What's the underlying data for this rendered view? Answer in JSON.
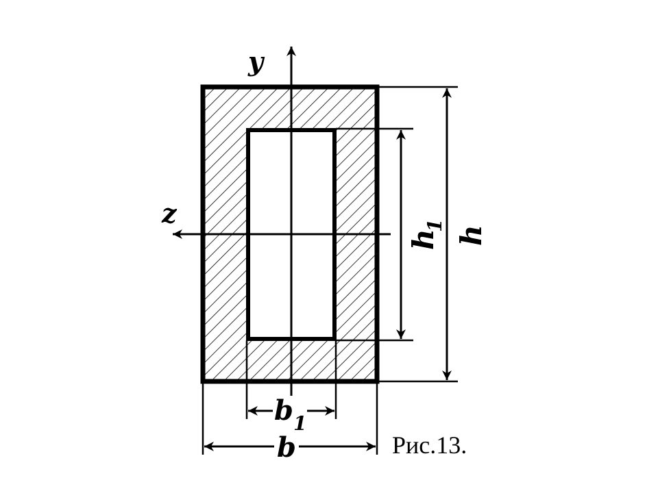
{
  "figure": {
    "caption": "Рис.13.",
    "labels": {
      "y_axis": "y",
      "z_axis": "z",
      "inner_height": "h",
      "inner_height_sub": "1",
      "outer_height": "h",
      "inner_width": "b",
      "inner_width_sub": "1",
      "outer_width": "b"
    },
    "colors": {
      "ink": "#000000",
      "background": "#ffffff"
    }
  }
}
